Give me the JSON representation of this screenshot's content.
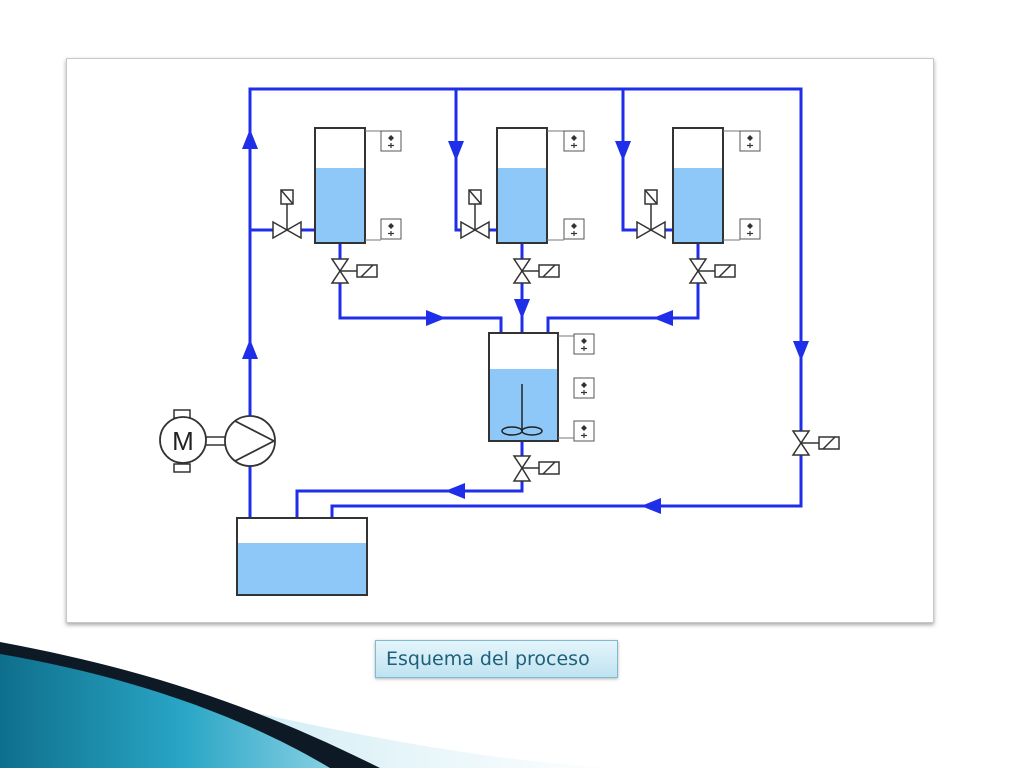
{
  "caption": {
    "text": "Esquema del proceso"
  },
  "motor": {
    "label": "M"
  },
  "colors": {
    "pipe": "#1f2ee8",
    "liquid": "#8ec8f8",
    "outline": "#333333",
    "caption_text": "#1e5f7a",
    "caption_bg": "#d0ecf6",
    "swoosh_dark": "#0d1a26",
    "swoosh_teal": "#1a8fb0"
  },
  "components": {
    "tanks": [
      "tank-1",
      "tank-2",
      "tank-3"
    ],
    "mixer": "mixer-tank",
    "reservoir": "reservoir-tank",
    "pump": "pump",
    "motor": "motor"
  }
}
